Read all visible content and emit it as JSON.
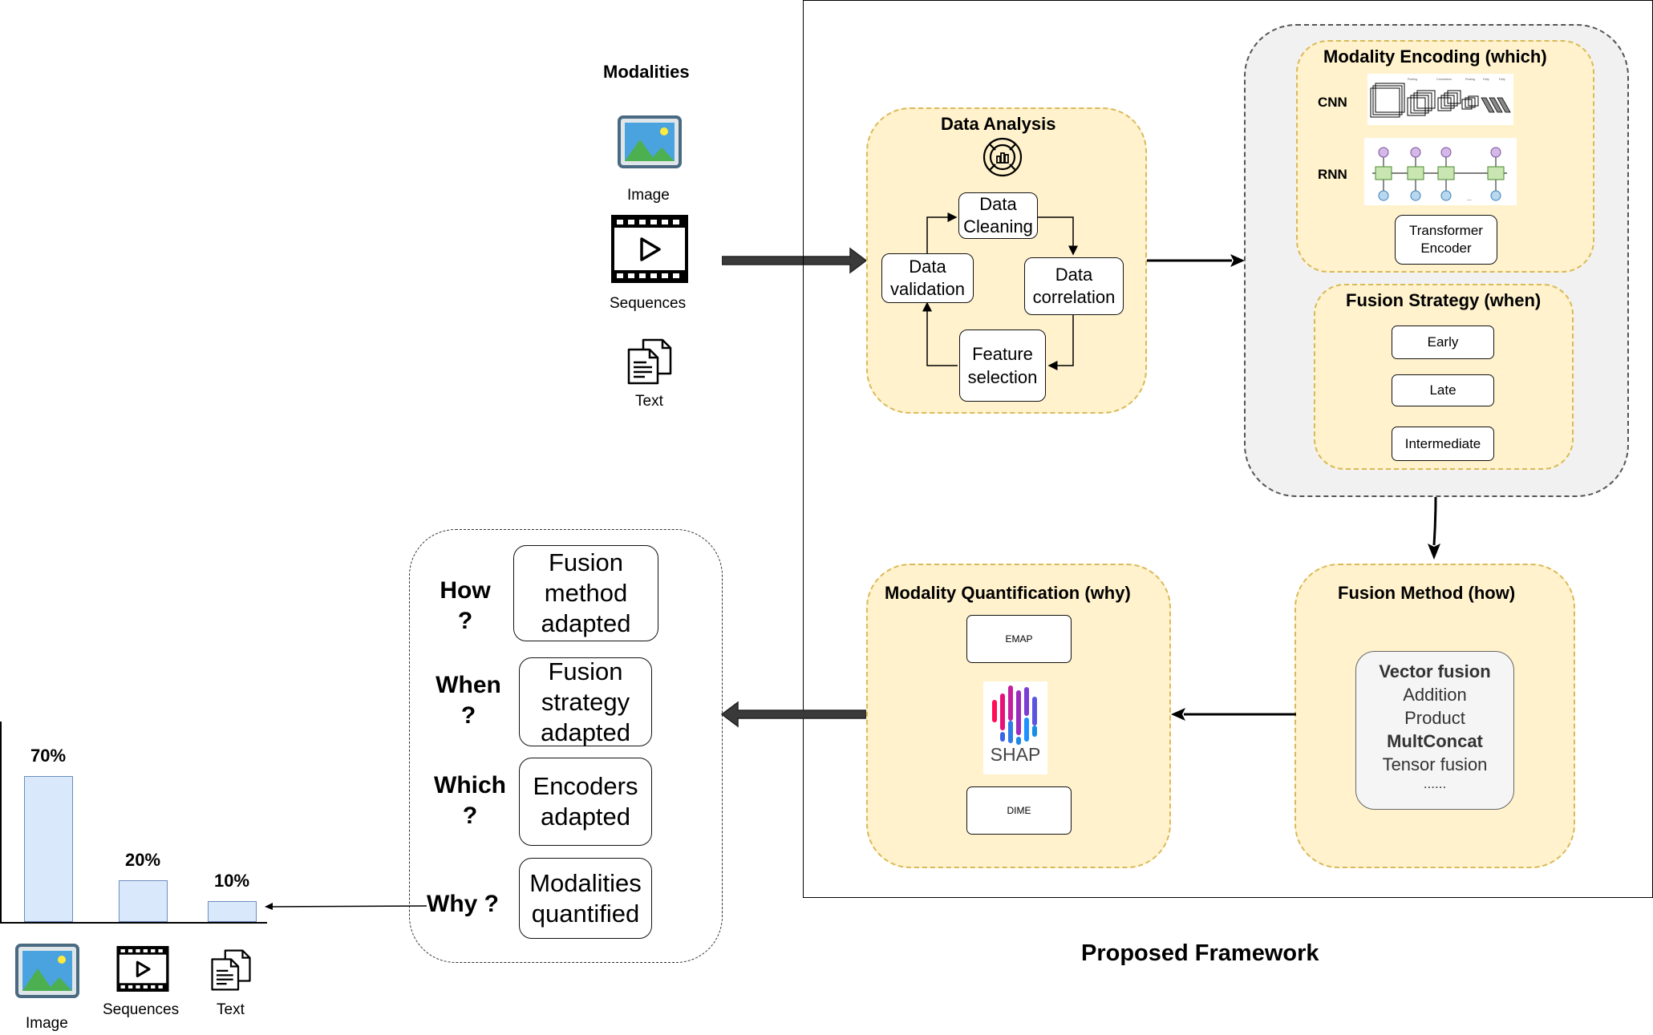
{
  "modalities": {
    "title": "Modalities",
    "image_label": "Image",
    "sequences_label": "Sequences",
    "text_label": "Text"
  },
  "data_analysis": {
    "title": "Data Analysis",
    "cleaning": [
      "Data",
      "Cleaning"
    ],
    "validation": [
      "Data",
      "validation"
    ],
    "correlation": [
      "Data",
      "correlation"
    ],
    "feature": [
      "Feature",
      "selection"
    ]
  },
  "encoding": {
    "title": "Modality Encoding (which)",
    "cnn_label": "CNN",
    "rnn_label": "RNN",
    "transformer": [
      "Transformer",
      "Encoder"
    ]
  },
  "fusion_strategy": {
    "title": "Fusion Strategy (when)",
    "options": [
      "Early",
      "Late",
      "Intermediate"
    ]
  },
  "fusion_method": {
    "title": "Fusion Method (how)",
    "items": [
      {
        "text": "Vector fusion",
        "bold": true
      },
      {
        "text": "Addition",
        "bold": false
      },
      {
        "text": "Product",
        "bold": false
      },
      {
        "text": "MultConcat",
        "bold": true
      },
      {
        "text": "Tensor fusion",
        "bold": false
      },
      {
        "text": "......",
        "bold": false
      }
    ]
  },
  "quantification": {
    "title": "Modality Quantification (why)",
    "emap": "EMAP",
    "shap": "SHAP",
    "dime": "DIME"
  },
  "framework_label": "Proposed Framework",
  "outcomes": {
    "rows": [
      {
        "question": [
          "How",
          "?"
        ],
        "answer": [
          "Fusion",
          "method",
          "adapted"
        ]
      },
      {
        "question": [
          "When",
          "?"
        ],
        "answer": [
          "Fusion",
          "strategy",
          "adapted"
        ]
      },
      {
        "question": [
          "Which",
          "?"
        ],
        "answer": [
          "Encoders",
          "adapted"
        ]
      },
      {
        "question": [
          "Why ?"
        ],
        "answer": [
          "Modalities",
          "quantified"
        ]
      }
    ]
  },
  "chart_data": {
    "type": "bar",
    "categories": [
      "Image",
      "Sequences",
      "Text"
    ],
    "values": [
      70,
      20,
      10
    ],
    "data_labels": [
      "70%",
      "20%",
      "10%"
    ],
    "title": "",
    "xlabel": "",
    "ylabel": "",
    "ylim": [
      0,
      100
    ]
  },
  "colors": {
    "panel_fill": "#fff2cc",
    "panel_border": "#d9b95a",
    "grey_fill": "#f1f1f1",
    "bar_fill": "#dae8fc",
    "bar_border": "#6c8ebf",
    "image_icon_frame": "#4a6a82",
    "image_icon_sky": "#4aa3df",
    "image_icon_hill": "#4caf50"
  },
  "icons": [
    "image-icon",
    "film-icon",
    "document-icon",
    "analysis-icon",
    "shap-logo"
  ]
}
